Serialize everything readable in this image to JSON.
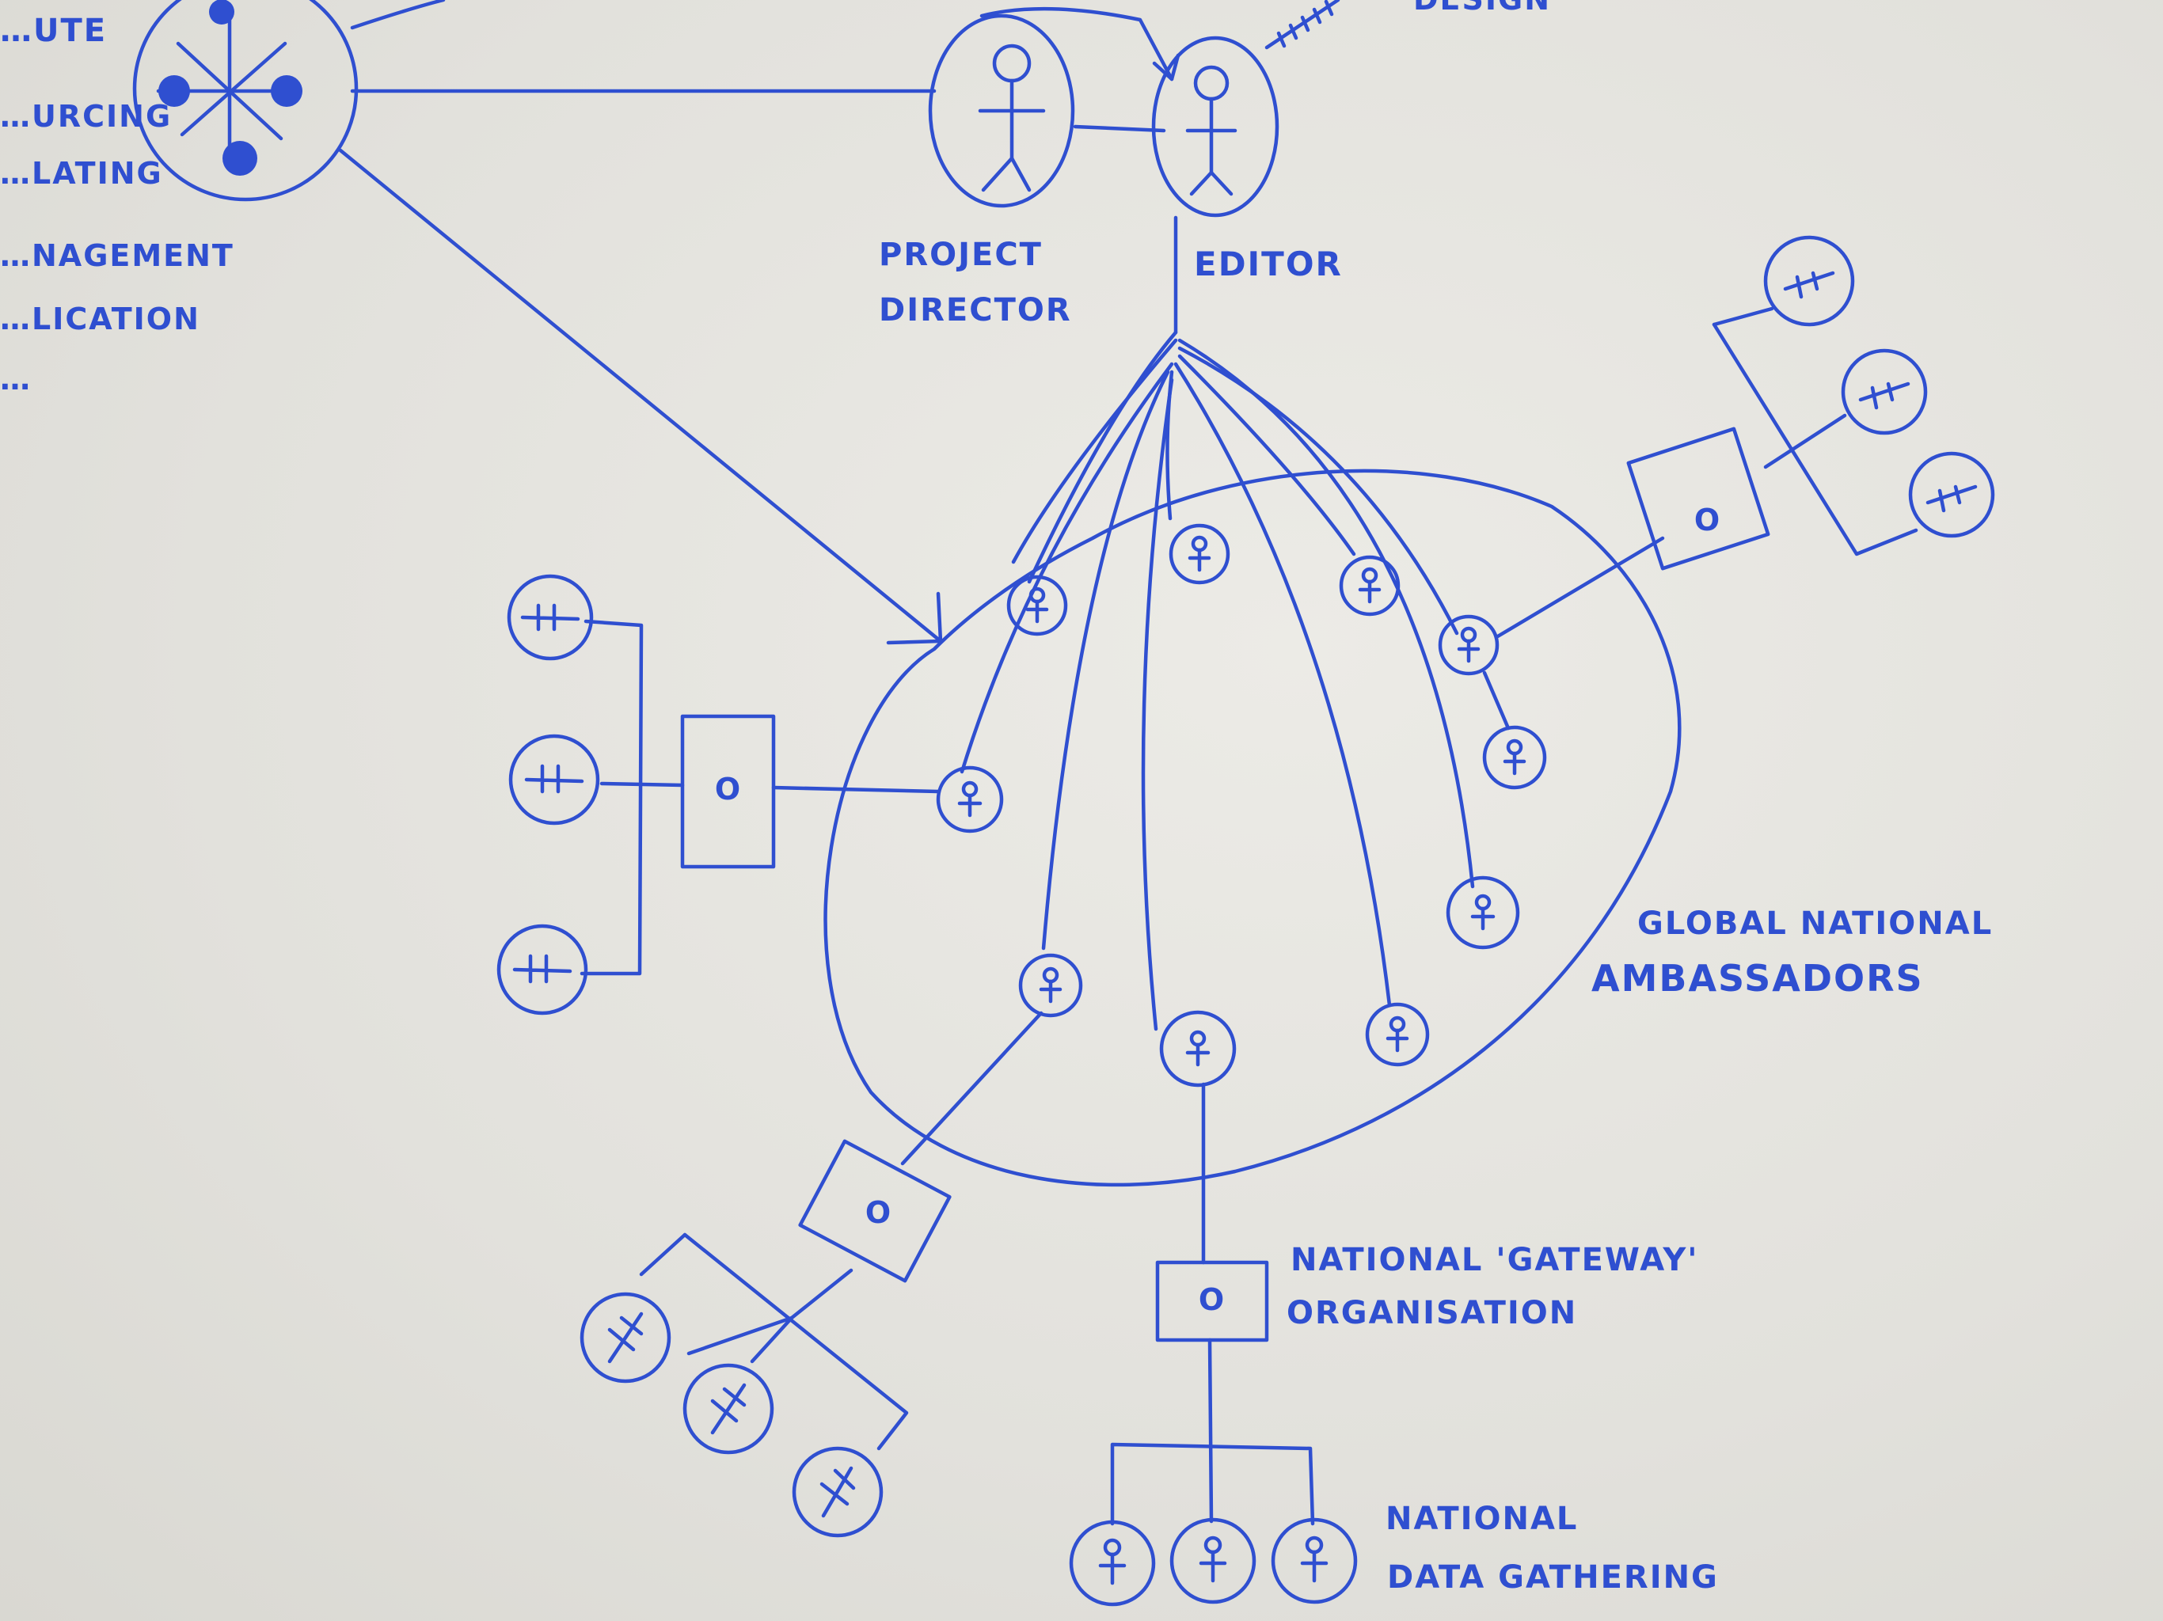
{
  "labels": {
    "left_partial": [
      "…UTE",
      "…URCING",
      "…LATING",
      "…NAGEMENT",
      "…LICATION",
      "…"
    ],
    "design": "DESIGN",
    "project_director": [
      "PROJECT",
      "DIRECTOR"
    ],
    "editor": "EDITOR",
    "ambassadors": [
      "GLOBAL NATIONAL",
      "AMBASSADORS"
    ],
    "gateway": [
      "NATIONAL 'GATEWAY'",
      "ORGANISATION"
    ],
    "data_gathering": [
      "NATIONAL",
      "DATA GATHERING"
    ],
    "box_mark": "O"
  },
  "colors": {
    "ink": "#2f4fd0",
    "board": "#e4e3de"
  }
}
